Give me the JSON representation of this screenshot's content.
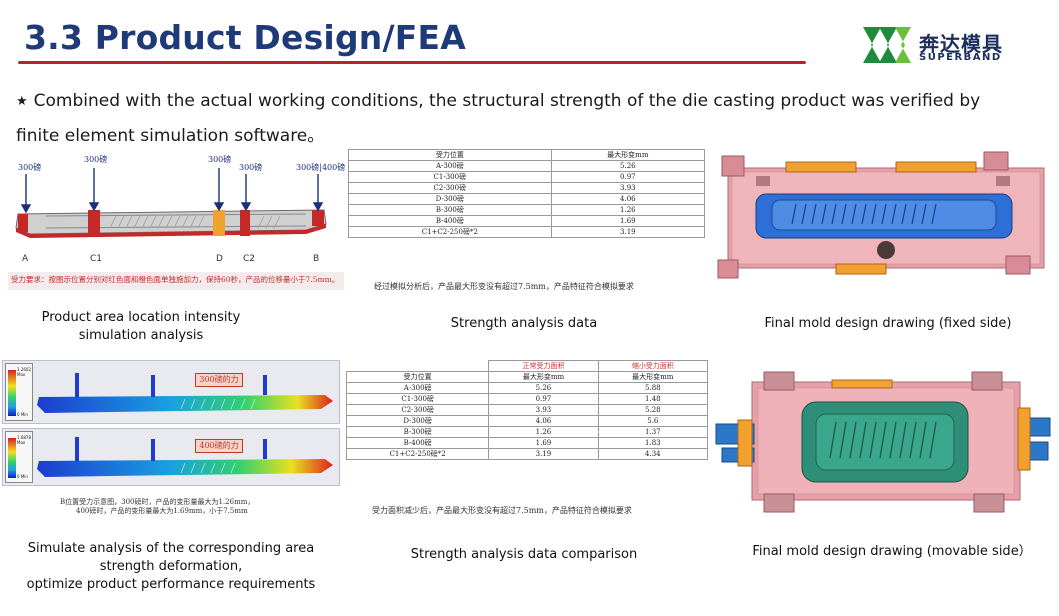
{
  "header": {
    "title": "3.3 Product Design/FEA",
    "logo_cn": "奔达模具",
    "logo_en": "SUPERBAND"
  },
  "intro": {
    "star": "★",
    "text": "Combined with the actual working conditions, the structural strength of the die casting product was verified by finite element simulation software。"
  },
  "load_diagram": {
    "force_labels": [
      "300磅",
      "300磅",
      "300磅",
      "300磅",
      "300磅|400磅"
    ],
    "points": [
      "A",
      "C1",
      "D",
      "C2",
      "B"
    ],
    "note": "受力要求：按图示位置分别对红色面和橙色面单独施加力，保持60秒，产品的位移量小于7.5mm。",
    "caption": "Product area location intensity\nsimulation analysis"
  },
  "table1": {
    "headers": [
      "受力位置",
      "最大形变mm"
    ],
    "rows": [
      [
        "A-300磅",
        "5.26"
      ],
      [
        "C1-300磅",
        "0.97"
      ],
      [
        "C2-300磅",
        "3.93"
      ],
      [
        "D-300磅",
        "4.06"
      ],
      [
        "B-300磅",
        "1.26"
      ],
      [
        "B-400磅",
        "1.69"
      ],
      [
        "C1+C2-250磅*2",
        "3.19"
      ]
    ],
    "note": "经过模拟分析后，产品最大形变没有超过7.5mm，产品特征符合模拟要求",
    "caption": "Strength analysis data"
  },
  "fixed_mold": {
    "caption": "Final mold design drawing (fixed side)"
  },
  "simulation": {
    "tag1": "300磅的力",
    "tag2": "400磅的力",
    "legend1_max": "1.2602 Max",
    "legend2_max": "1.6878 Max",
    "legend_min": "0 Min",
    "note_line1": "B位置受力示意图，300磅时，产品的变形量最大为1.26mm，",
    "note_line2": "400磅时，产品的变形量最大为1.69mm，小于7.5mm",
    "caption": "Simulate analysis of the corresponding area\nstrength deformation,\noptimize product performance requirements"
  },
  "table2": {
    "group_headers": [
      "正常受力面积",
      "缩小受力面积"
    ],
    "headers": [
      "受力位置",
      "最大形变mm",
      "最大形变mm"
    ],
    "rows": [
      [
        "A-300磅",
        "5.26",
        "5.88"
      ],
      [
        "C1-300磅",
        "0.97",
        "1.48"
      ],
      [
        "C2-300磅",
        "3.93",
        "5.28"
      ],
      [
        "D-300磅",
        "4.06",
        "5.6"
      ],
      [
        "B-300磅",
        "1.26",
        "1.37"
      ],
      [
        "B-400磅",
        "1.69",
        "1.83"
      ],
      [
        "C1+C2-250磅*2",
        "3.19",
        "4.34"
      ]
    ],
    "note": "受力面积减少后，产品最大形变没有超过7.5mm，产品特征符合模拟要求",
    "caption": "Strength analysis data comparison"
  },
  "movable_mold": {
    "caption": "Final mold design drawing (movable side）"
  },
  "colors": {
    "title_blue": "#1f3a78",
    "rule_red": "#b3262e",
    "logo_green": "#1e8c3a",
    "mold_pink": "#e8a0a8",
    "mold_blue": "#2d6fd6",
    "force_red": "#d32f2f"
  }
}
